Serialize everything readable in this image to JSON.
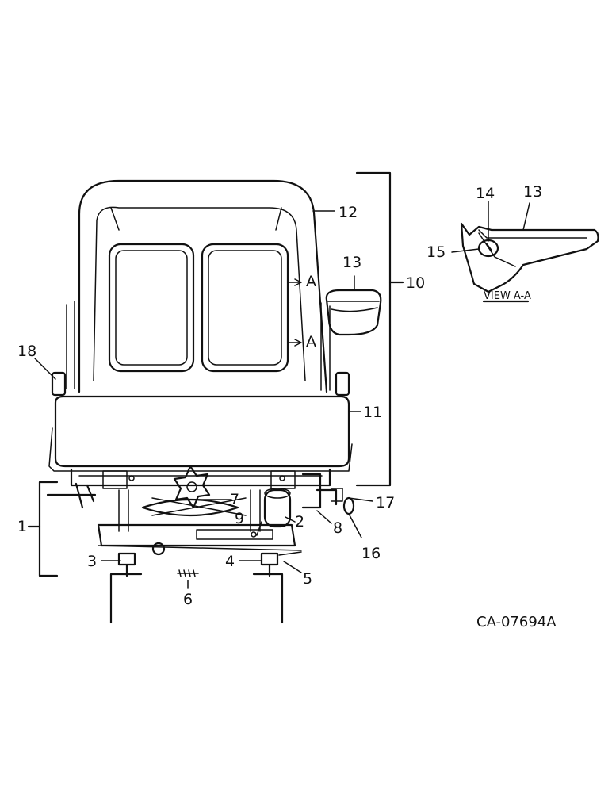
{
  "callouts": {
    "c1": "1",
    "c2": "2",
    "c3": "3",
    "c4": "4",
    "c5": "5",
    "c6": "6",
    "c7": "7",
    "c8": "8",
    "c9": "9",
    "c10": "10",
    "c11": "11",
    "c12": "12",
    "c13": "13",
    "c14": "14",
    "c15": "15",
    "c16": "16",
    "c17": "17",
    "c18": "18",
    "c13_detail": "13"
  },
  "section_markers": {
    "upper": "A",
    "lower": "A"
  },
  "detail_view": {
    "title": "VIEW A-A"
  },
  "drawing_number": "CA-07694A"
}
